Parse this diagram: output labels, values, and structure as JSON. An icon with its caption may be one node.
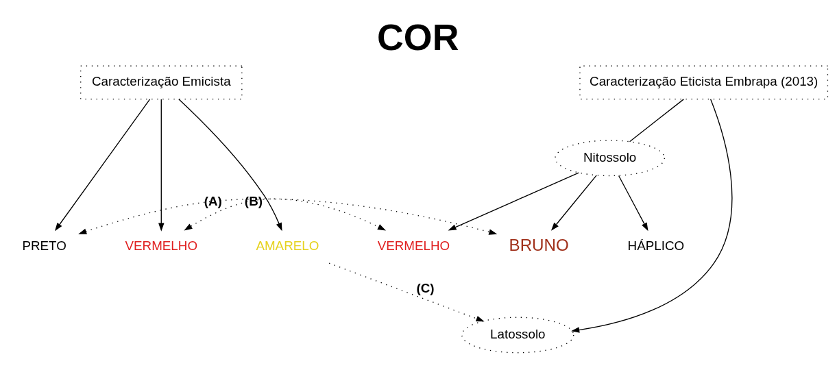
{
  "diagram": {
    "title": "COR",
    "nodes": [
      {
        "text": [
          "Caracterização Emicista"
        ]
      },
      {
        "text": [
          "PRETO"
        ]
      },
      {
        "text": [
          "VERMELHO"
        ]
      },
      {
        "text": [
          "AMARELO"
        ]
      },
      {
        "text": [
          "Caracterização Eticista Embrapa (2013)"
        ]
      },
      {
        "text": [
          "Nitossolo"
        ]
      },
      {
        "text": [
          "Latossolo"
        ]
      },
      {
        "text": [
          "VERMELHO"
        ]
      },
      {
        "text": [
          "BRUNO"
        ]
      },
      {
        "text": [
          "HÁPLICO"
        ]
      }
    ],
    "edges": [
      {
        "from": 0,
        "to": 1,
        "arrow": "to"
      },
      {
        "from": 0,
        "to": 2,
        "arrow": "to"
      },
      {
        "from": 0,
        "to": 3,
        "arrow": "to"
      },
      {
        "from": 4,
        "to": 6,
        "arrow": "to"
      },
      {
        "from": 4,
        "to": 5,
        "arrow": "none"
      },
      {
        "from": 5,
        "to": 7,
        "arrow": "to"
      },
      {
        "from": 5,
        "to": 8,
        "arrow": "to"
      },
      {
        "from": 5,
        "to": 9,
        "arrow": "to"
      },
      {
        "from": 3,
        "to": 6,
        "arrow": "to",
        "label": "(C)",
        "style": "dashed"
      },
      {
        "from": 2,
        "to": 7,
        "arrow": "both",
        "label": "(B)",
        "style": "dashed"
      },
      {
        "from": 1,
        "to": 8,
        "arrow": "both",
        "label": "(A)",
        "style": "dashed"
      }
    ]
  }
}
